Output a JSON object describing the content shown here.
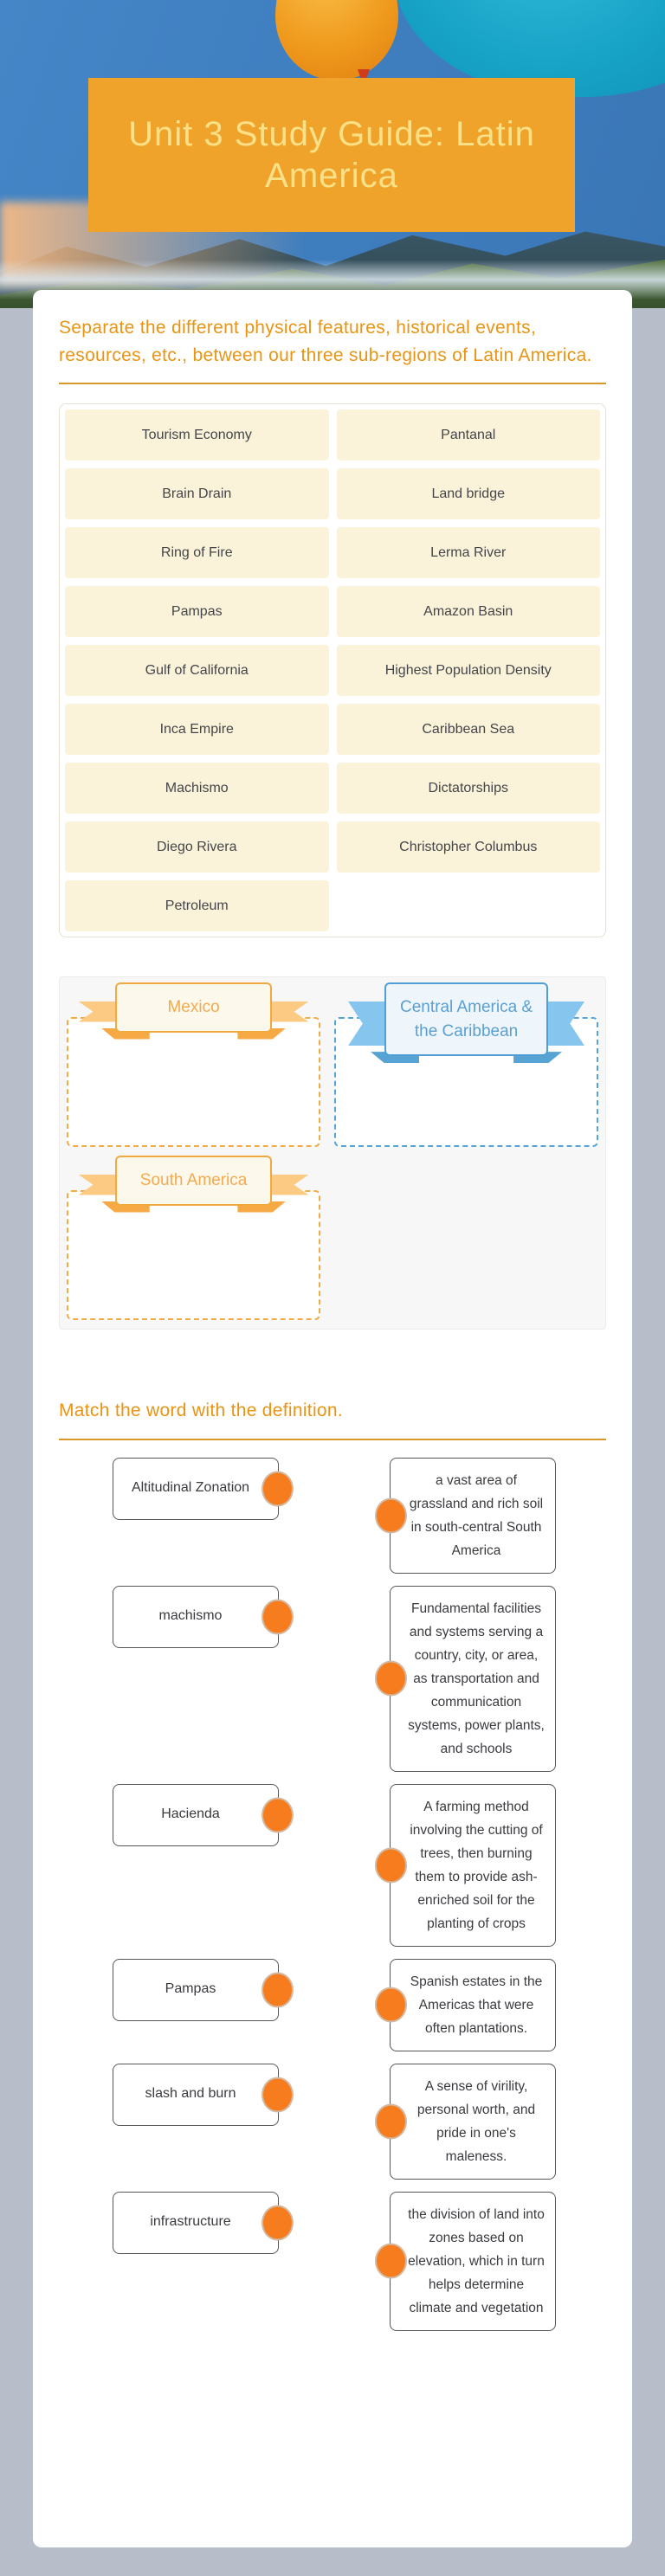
{
  "header": {
    "title": "Unit 3 Study Guide: Latin America"
  },
  "sort_section": {
    "instructions": "Separate the different physical features, historical events, resources, etc., between our three sub-regions of Latin America.",
    "word_bank": [
      "Tourism Economy",
      "Pantanal",
      "Brain Drain",
      "Land bridge",
      "Ring of Fire",
      "Lerma River",
      "Pampas",
      "Amazon Basin",
      "Gulf of California",
      "Highest Population Density",
      "Inca Empire",
      "Caribbean Sea",
      "Machismo",
      "Dictatorships",
      "Diego Rivera",
      "Christopher Columbus",
      "Petroleum"
    ],
    "categories": [
      {
        "label": "Mexico",
        "color": "orange"
      },
      {
        "label": "Central America & the Caribbean",
        "color": "blue"
      },
      {
        "label": "South America",
        "color": "orange"
      }
    ]
  },
  "match_section": {
    "instructions": "Match the word with the definition.",
    "pairs": [
      {
        "word": "Altitudinal Zonation",
        "definition": "a vast area of grassland and rich soil in south-central South America"
      },
      {
        "word": "machismo",
        "definition": "Fundamental facilities and systems serving a country, city, or area, as transportation and communication systems, power plants, and schools"
      },
      {
        "word": "Hacienda",
        "definition": "A farming method involving the cutting of trees, then burning them to provide ash-enriched soil for the planting of crops"
      },
      {
        "word": "Pampas",
        "definition": "Spanish estates in the Americas that were often plantations."
      },
      {
        "word": "slash and burn",
        "definition": "A sense of virility, personal worth, and pride in one's maleness."
      },
      {
        "word": "infrastructure",
        "definition": "the division of land into zones based on elevation, which in turn helps determine climate and vegetation"
      }
    ]
  },
  "colors": {
    "page_background": "#b7bec9",
    "title_banner": "#efa32b",
    "title_text": "#fae187",
    "accent_orange_text": "#e99414",
    "chip_background": "#fbf3d9",
    "ribbon_orange": "#f3a93c",
    "ribbon_blue": "#4f9fd4",
    "connector_dot": "#f67c1d"
  }
}
